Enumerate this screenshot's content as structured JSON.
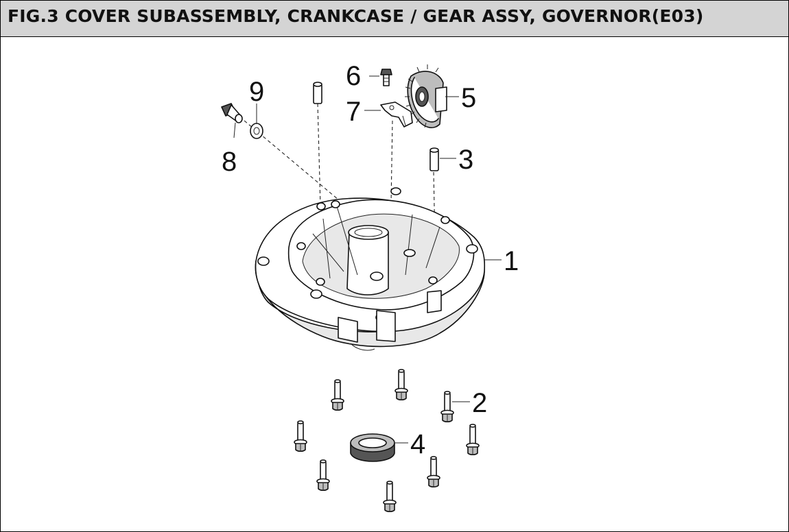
{
  "header": {
    "title": "FIG.3 COVER SUBASSEMBLY, CRANKCASE / GEAR ASSY, GOVERNOR(E03)"
  },
  "callouts": [
    "1",
    "2",
    "3",
    "4",
    "5",
    "6",
    "7",
    "8",
    "9"
  ]
}
